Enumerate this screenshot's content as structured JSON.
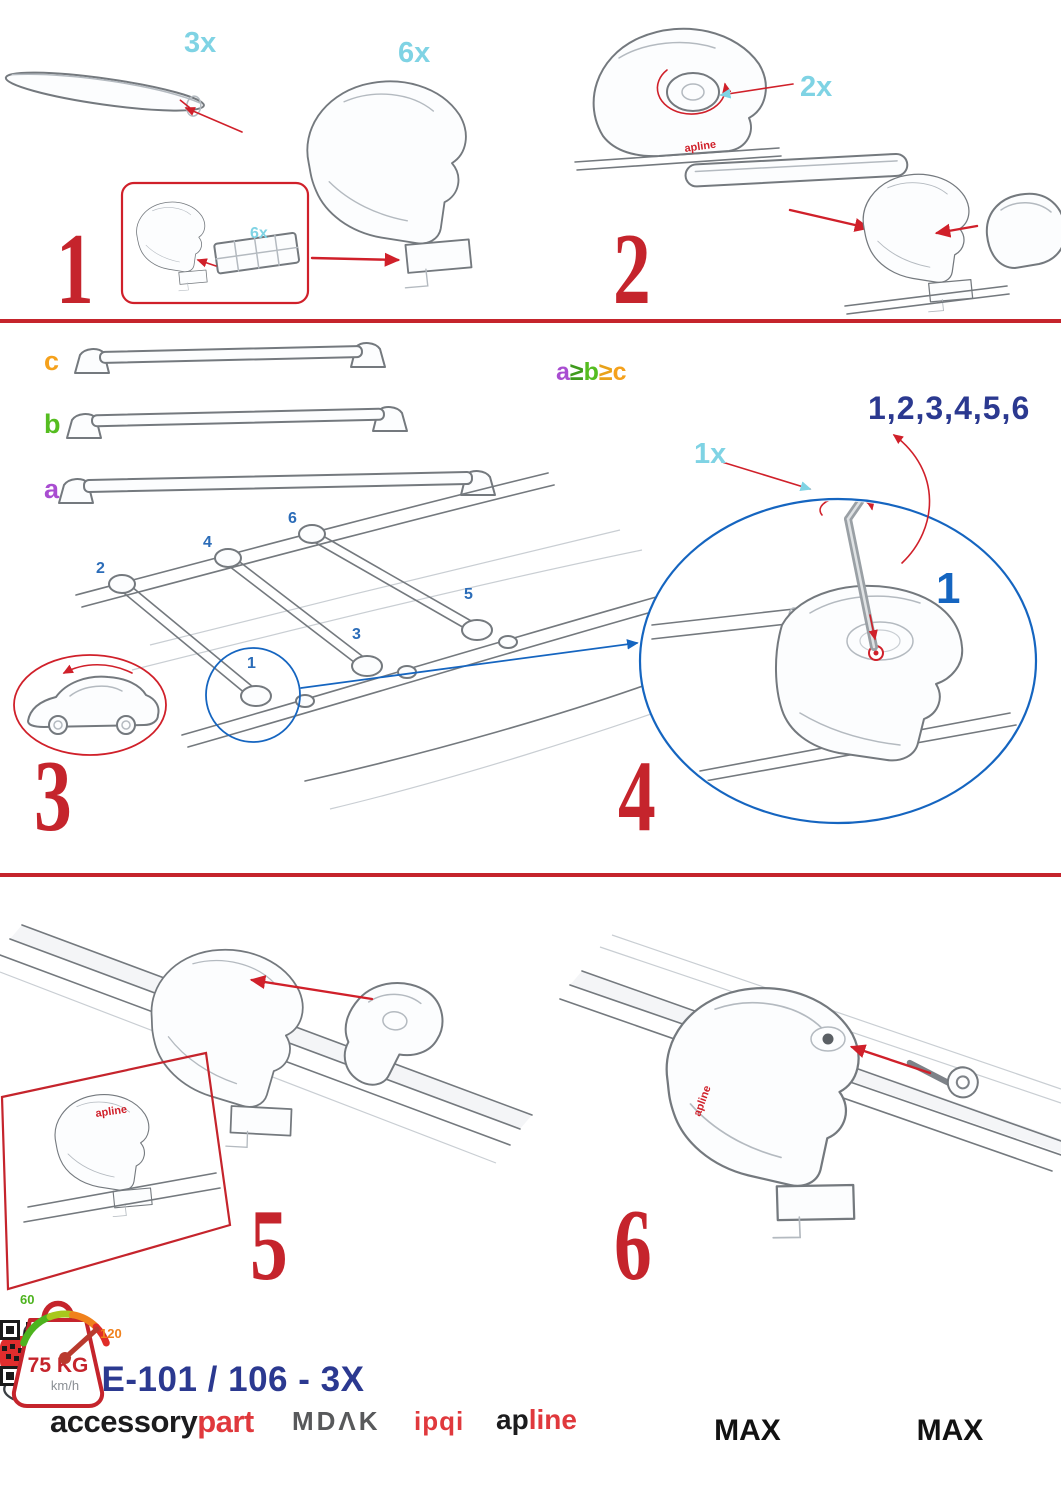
{
  "colors": {
    "accent_red": "#c5242c",
    "label_cyan": "#7fd3e4",
    "step_blue": "#2b6cb8",
    "order_indigo": "#2b3990",
    "size_a_purple": "#a94dd1",
    "size_b_green": "#55bd20",
    "size_c_orange": "#f5a11c",
    "brand_red": "#e0393d",
    "gauge_green": "#4db31e",
    "gauge_orange": "#f0811c"
  },
  "steps": {
    "s1": {
      "number": "1",
      "bar_qty": "3x",
      "foot_qty": "6x",
      "pad_qty": "6x"
    },
    "s2": {
      "number": "2",
      "knob_qty": "2x",
      "foot_brand": "apline"
    },
    "s3": {
      "number": "3",
      "label_a": "a",
      "label_b": "b",
      "label_c": "c",
      "formula_a": "a",
      "formula_ge1": "≥",
      "formula_b": "b",
      "formula_ge2": "≥",
      "formula_c": "c",
      "pos1": "1",
      "pos2": "2",
      "pos3": "3",
      "pos4": "4",
      "pos5": "5",
      "pos6": "6"
    },
    "s4": {
      "number": "4",
      "tighten_order": "1,2,3,4,5,6",
      "key_qty": "1x",
      "first_position": "1"
    },
    "s5": {
      "number": "5",
      "inset_brand": "apline"
    },
    "s6": {
      "number": "6",
      "foot_brand": "apline"
    }
  },
  "footer": {
    "model": "ACE-101 / 106 - 3X",
    "brand_black": "accessory",
    "brand_red_part": "part",
    "mdak": "MDΛK",
    "ipqi": "ipqi",
    "apline_black": "ap",
    "apline_red": "line",
    "weight_value": "75 KG",
    "weight_max": "MAX",
    "speed_low": "60",
    "speed_high": "120",
    "speed_unit": "km/h",
    "speed_max": "MAX"
  }
}
